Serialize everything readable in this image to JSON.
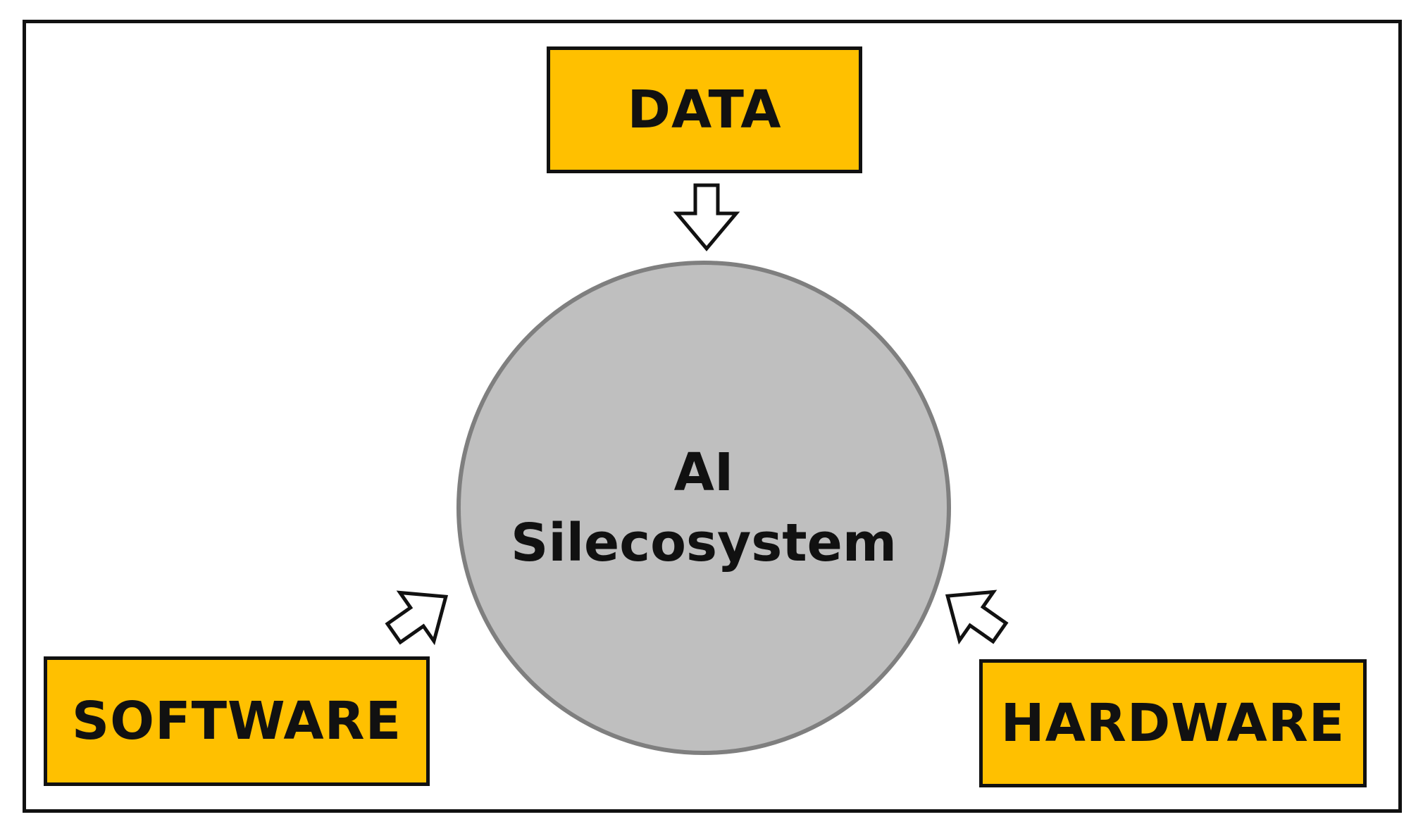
{
  "diagram": {
    "center": {
      "line1": "AI",
      "line2": "Silecosystem"
    },
    "inputs": [
      {
        "id": "data",
        "label": "DATA"
      },
      {
        "id": "software",
        "label": "SOFTWARE"
      },
      {
        "id": "hardware",
        "label": "HARDWARE"
      }
    ]
  },
  "colors": {
    "box_fill": "#ffc000",
    "hub_fill": "#bfbfbf",
    "hub_border": "#7f7f7f",
    "outline": "#111111"
  }
}
